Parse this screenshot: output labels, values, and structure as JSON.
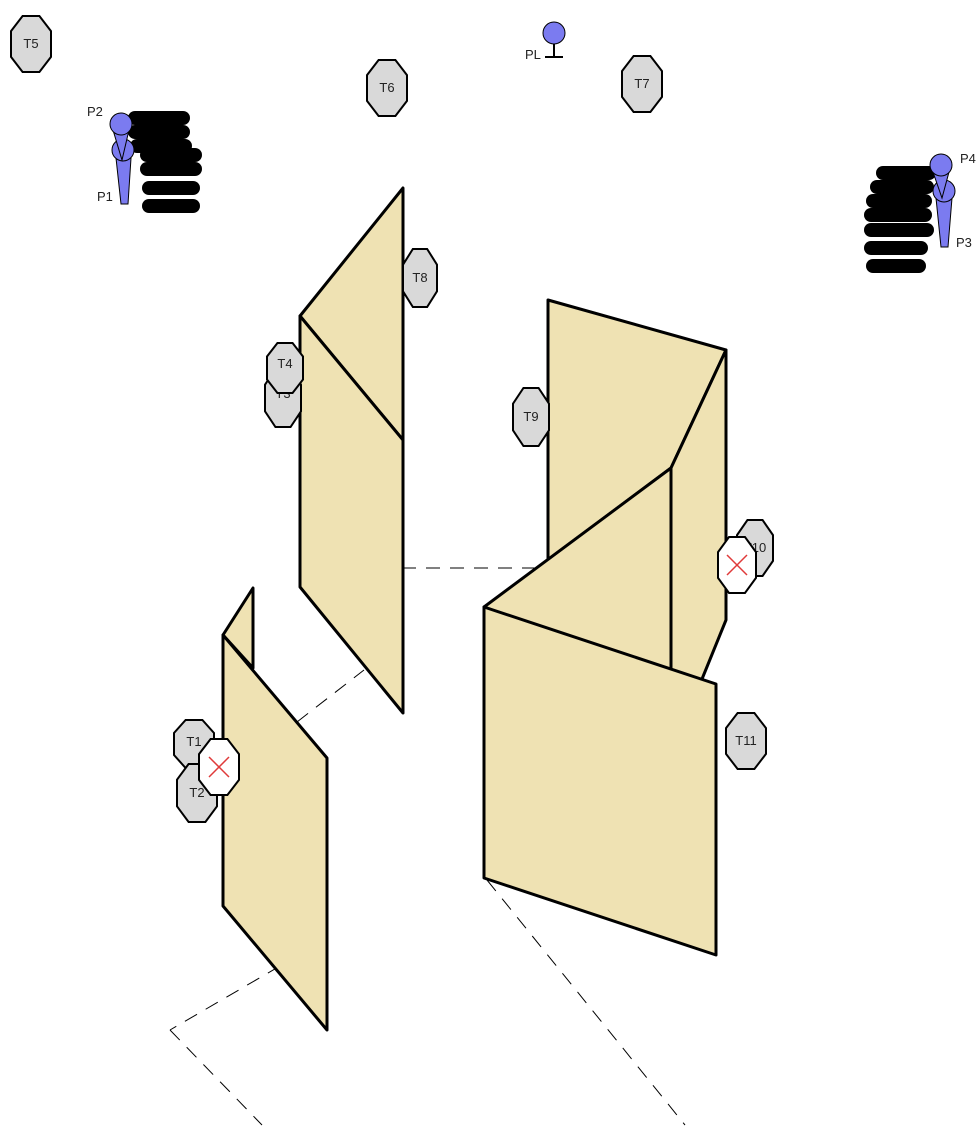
{
  "colors": {
    "wall_fill": "#efe2b3",
    "wall_stroke": "#000000",
    "target_fill": "#d9d9d9",
    "no_shoot_fill": "#ffffff",
    "no_shoot_mark": "#e03a3a",
    "position_fill": "#7b7bf0",
    "barrel_fill": "#000000",
    "fault_line": "#000000"
  },
  "icons": {
    "target": "octagon-target-icon",
    "no_shoot": "no-shoot-x-icon",
    "shooter_position": "shooter-position-icon",
    "start_position": "start-position-pin-icon",
    "barrel_stack": "barrel-stack-icon",
    "wall": "wall-panel-icon",
    "fault_line": "dashed-fault-line-icon"
  },
  "start": {
    "label": "PL"
  },
  "positions": [
    "P1",
    "P2",
    "P3",
    "P4"
  ],
  "targets": [
    "T1",
    "T2",
    "T3",
    "T4",
    "T5",
    "T6",
    "T7",
    "T8",
    "T9",
    "T10",
    "T11"
  ]
}
